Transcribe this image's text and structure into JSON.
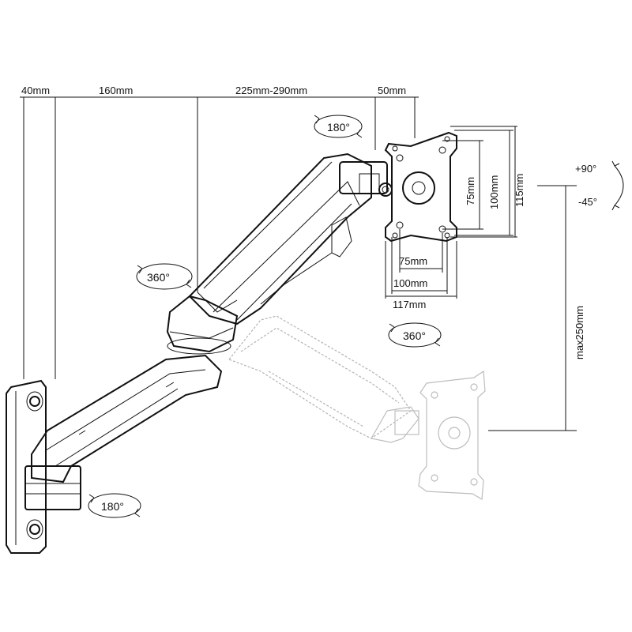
{
  "dimensions": {
    "top_40": "40mm",
    "top_160": "160mm",
    "top_range": "225mm-290mm",
    "top_50": "50mm",
    "vesa_75_v": "75mm",
    "vesa_100_v": "100mm",
    "plate_115_v": "115mm",
    "vesa_75_h": "75mm",
    "vesa_100_h": "100mm",
    "plate_117_h": "117mm",
    "height_max": "max250mm"
  },
  "rotations": {
    "top_180": "180°",
    "arm_360": "360°",
    "plate_360": "360°",
    "wall_180": "180°"
  },
  "tilt": {
    "up": "+90°",
    "down": "-45°"
  },
  "colors": {
    "line": "#111111",
    "ghost": "#b4b4b4"
  }
}
